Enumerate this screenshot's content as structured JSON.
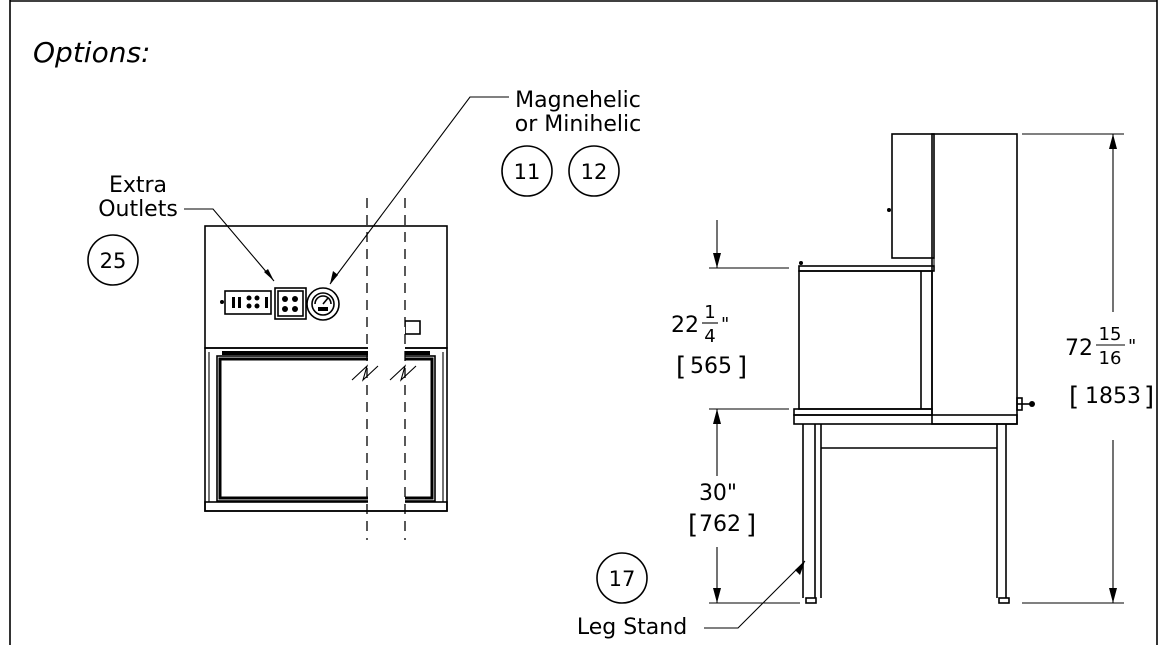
{
  "title": "Options:",
  "callouts": {
    "outlets": {
      "label_line1": "Extra",
      "label_line2": "Outlets",
      "number": "25"
    },
    "gauge": {
      "label_line1": "Magnehelic",
      "label_line2": "or Minihelic",
      "number_a": "11",
      "number_b": "12"
    },
    "leg_stand": {
      "label": "Leg Stand",
      "number": "17"
    }
  },
  "dimensions": {
    "work_height": {
      "whole": "22",
      "num": "1",
      "den": "4",
      "unit": "\"",
      "metric": "565"
    },
    "stand_height": {
      "value": "30\"",
      "metric": "762"
    },
    "overall_height": {
      "whole": "72",
      "num": "15",
      "den": "16",
      "unit": "\"",
      "metric": "1853"
    }
  }
}
